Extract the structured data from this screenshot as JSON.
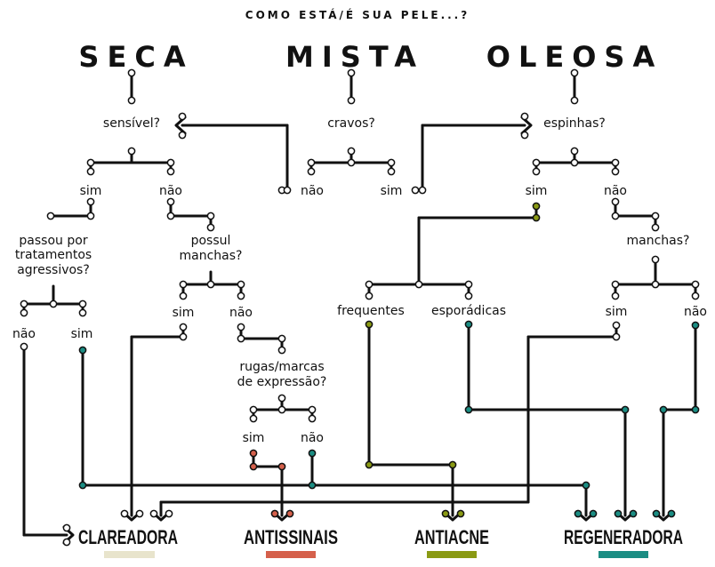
{
  "title": "COMO ESTÁ/É SUA PELE...?",
  "categories": {
    "seca": "SECA",
    "mista": "MISTA",
    "oleosa": "OLEOSA"
  },
  "questions": {
    "sensivel": "sensível?",
    "cravos": "cravos?",
    "espinhas": "espinhas?",
    "tratamentos_1": "passou por",
    "tratamentos_2": "tratamentos",
    "tratamentos_3": "agressivos?",
    "manchas_seca_1": "possul",
    "manchas_seca_2": "manchas?",
    "rugas_1": "rugas/marcas",
    "rugas_2": "de expressão?",
    "manchas_oleosa": "manchas?",
    "frequentes": "frequentes",
    "esporadicas": "esporádicas"
  },
  "answers": {
    "sim": "sim",
    "nao": "não"
  },
  "results": {
    "clareadora": "CLAREADORA",
    "antissinais": "ANTISSINAIS",
    "antiacne": "ANTIACNE",
    "regeneradora": "REGENERADORA"
  },
  "colors": {
    "clareadora": "#e8e4cc",
    "antissinais": "#d5604b",
    "antiacne": "#8a9a14",
    "regeneradora": "#1b8d83",
    "line": "#111111",
    "node": "#ffffff"
  }
}
